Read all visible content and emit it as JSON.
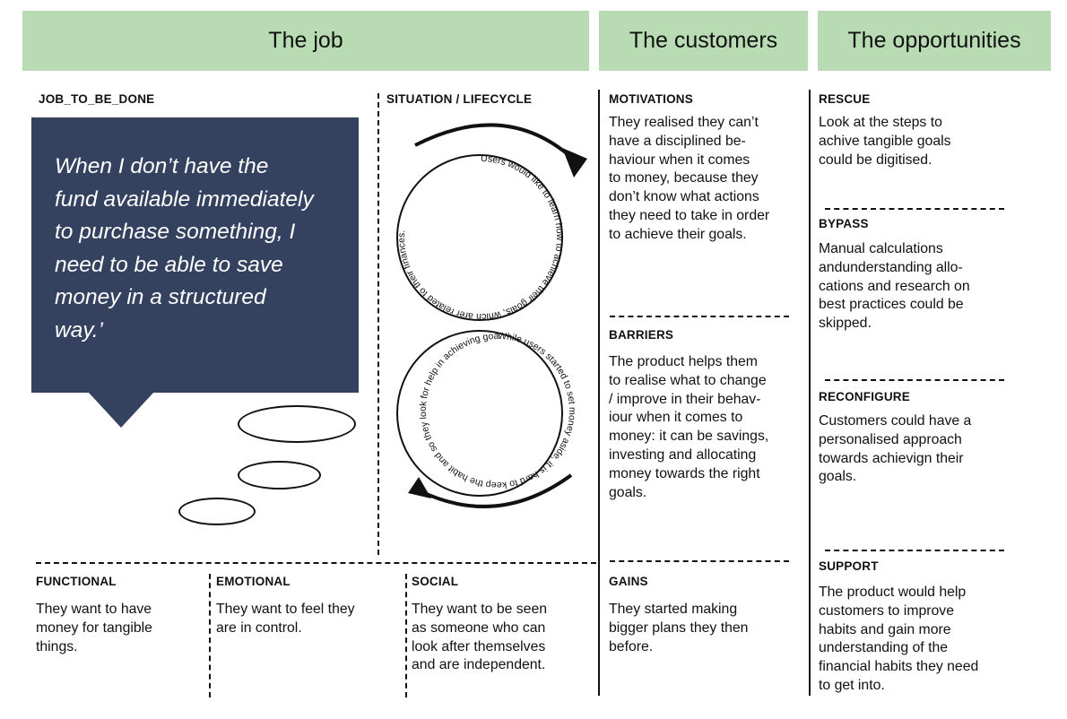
{
  "headers": {
    "job": "The job",
    "customers": "The customers",
    "opportunities": "The opportunities"
  },
  "job": {
    "job_to_be_done_label": "JOB_TO_BE_DONE",
    "statement": "When I don’t have the\nfund available immediately\nto purchase something, I\nneed to be able to save\nmoney in a structured\nway.’",
    "situation_label": "SITUATION / LIFECYCLE",
    "cycle_top_text": "Users would like to learn how to achieve their goals, which arer related to their finances.",
    "cycle_bottom_text": "While users started to set money aside, it is hard to keep the habit and so they look for help in achieving goals",
    "functional_label": "FUNCTIONAL",
    "functional_text": "They want to have\nmoney for tangible\nthings.",
    "emotional_label": "EMOTIONAL",
    "emotional_text": "They want to feel they\nare in control.",
    "social_label": "SOCIAL",
    "social_text": "They want to be seen\nas someone who can\nlook after themselves\nand are independent."
  },
  "customers": {
    "motivations_label": "MOTIVATIONS",
    "motivations_text": "They realised they can’t\nhave a disciplined be-\nhaviour when it comes\nto money, because they\ndon’t know what actions\nthey need to take in order\nto achieve their goals.",
    "barriers_label": "BARRIERS",
    "barriers_text": "The product helps them\nto realise what to change\n/ improve in their behav-\niour when it comes to\nmoney: it can be savings,\ninvesting and allocating\nmoney towards the right\ngoals.",
    "gains_label": "GAINS",
    "gains_text": "They started making\nbigger plans they then\nbefore."
  },
  "opportunities": {
    "rescue_label": "RESCUE",
    "rescue_text": "Look at the steps to\nachive tangible goals\ncould be digitised.",
    "bypass_label": "BYPASS",
    "bypass_text": "Manual calculations\nandunderstanding allo-\ncations and research on\nbest practices could be\nskipped.",
    "reconfigure_label": "RECONFIGURE",
    "reconfigure_text": "Customers could have a\npersonalised approach\ntowards achievign their\ngoals.",
    "support_label": "SUPPORT",
    "support_text": "The product would help\ncustomers to improve\nhabits and gain more\nunderstanding of the\nfinancial habits they need\nto get into."
  },
  "colors": {
    "header_bg": "#b9dbb3",
    "quote_bg": "#344260"
  }
}
